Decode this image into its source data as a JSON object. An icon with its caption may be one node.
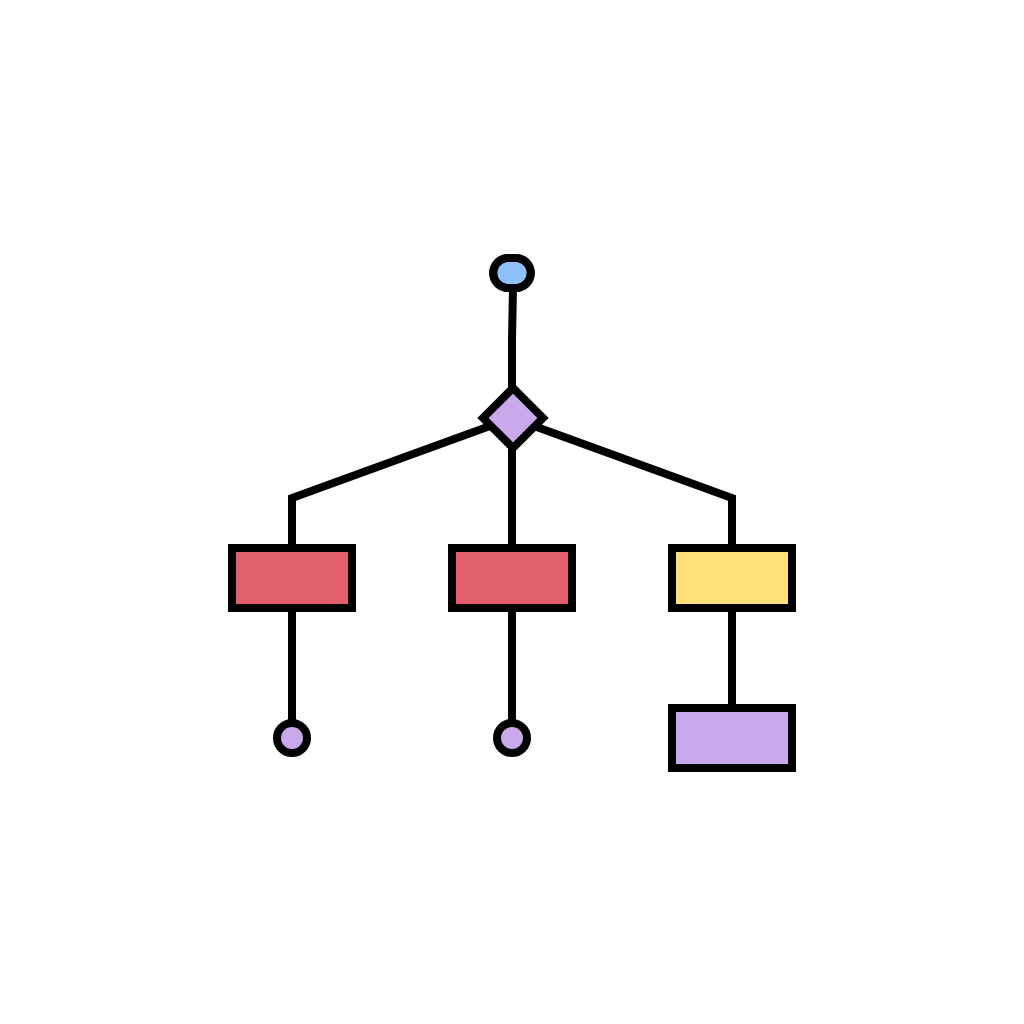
{
  "diagram": {
    "nodes": [
      {
        "text": [],
        "shape": "ellipse"
      },
      {
        "text": [],
        "shape": "box"
      },
      {
        "text": [],
        "shape": "diamond"
      },
      {
        "text": [],
        "shape": "box"
      },
      {
        "text": [],
        "shape": "circle"
      },
      {
        "text": [],
        "shape": "box"
      },
      {
        "text": [],
        "shape": "circle"
      },
      {
        "text": [],
        "shape": "box"
      }
    ],
    "edges": [
      {
        "from": 0,
        "to": 2,
        "arrow": "none"
      },
      {
        "from": 2,
        "to": 1,
        "arrow": "none"
      },
      {
        "from": 2,
        "to": 3,
        "arrow": "none"
      },
      {
        "from": 1,
        "to": 4,
        "arrow": "none"
      },
      {
        "from": 3,
        "to": 6,
        "arrow": "none"
      },
      {
        "from": 2,
        "to": 5,
        "arrow": "none"
      },
      {
        "from": 5,
        "to": 7,
        "arrow": "none"
      }
    ]
  }
}
